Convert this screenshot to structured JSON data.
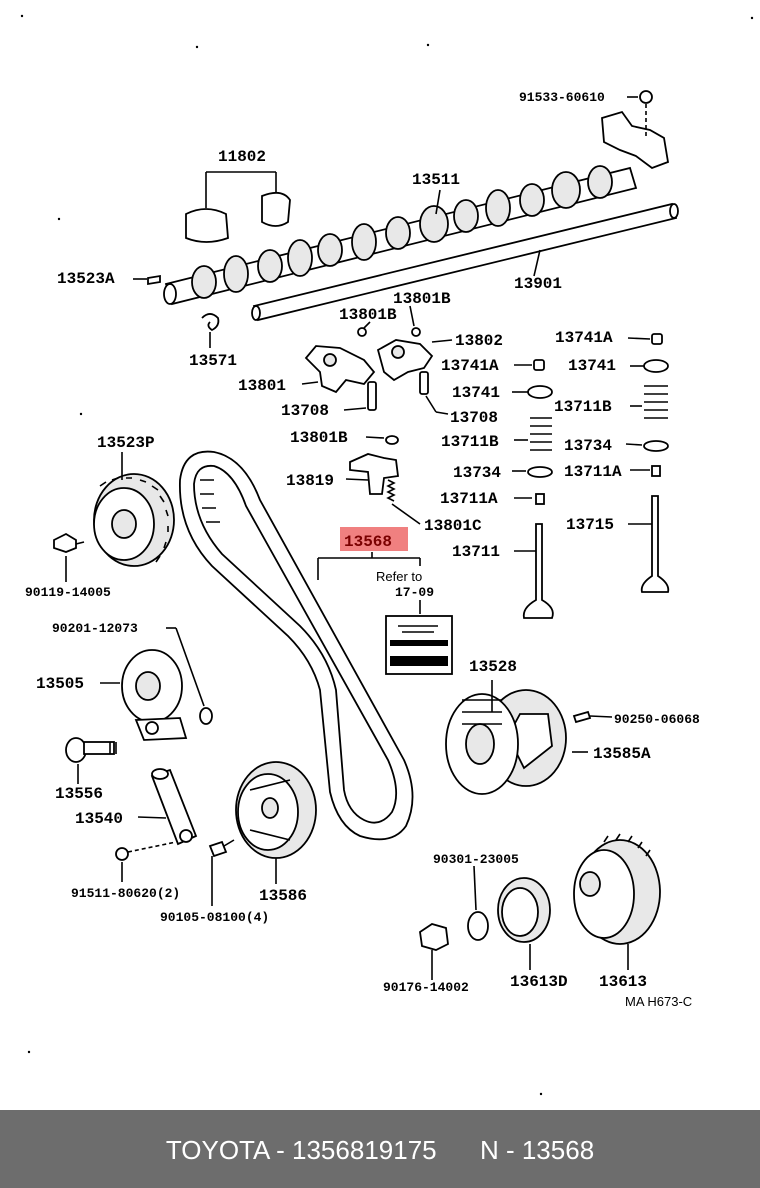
{
  "highlight_color": "#f08080",
  "footer": {
    "brand": "TOYOTA",
    "part_number": "1356819175",
    "ref_code": "N - 13568"
  },
  "labels": {
    "p91533": "91533-60610",
    "p11802": "11802",
    "p13511": "13511",
    "p13523A": "13523A",
    "p13901": "13901",
    "p13801B_a": "13801B",
    "p13801B_b": "13801B",
    "p13571": "13571",
    "p13802": "13802",
    "p13801": "13801",
    "p13708_a": "13708",
    "p13708_b": "13708",
    "p13741A_a": "13741A",
    "p13741A_b": "13741A",
    "p13741_a": "13741",
    "p13741_b": "13741",
    "p13711B_a": "13711B",
    "p13711B_b": "13711B",
    "p13801B_c": "13801B",
    "p13734_a": "13734",
    "p13734_b": "13734",
    "p13819": "13819",
    "p13711A_a": "13711A",
    "p13711A_b": "13711A",
    "p13523P": "13523P",
    "p13801C": "13801C",
    "p13715": "13715",
    "p13568": "13568",
    "p13711": "13711",
    "p90119": "90119-14005",
    "refer_to": "Refer to",
    "refer_page": "17-09",
    "p90201": "90201-12073",
    "p13528": "13528",
    "p13505": "13505",
    "p90250": "90250-06068",
    "p13585A": "13585A",
    "p13556": "13556",
    "p13540": "13540",
    "p90301": "90301-23005",
    "p91511": "91511-80620(2)",
    "p90105": "90105-08100(4)",
    "p13586": "13586",
    "p90176": "90176-14002",
    "p13613D": "13613D",
    "p13613": "13613",
    "diagram_code": "MA H673-C"
  }
}
